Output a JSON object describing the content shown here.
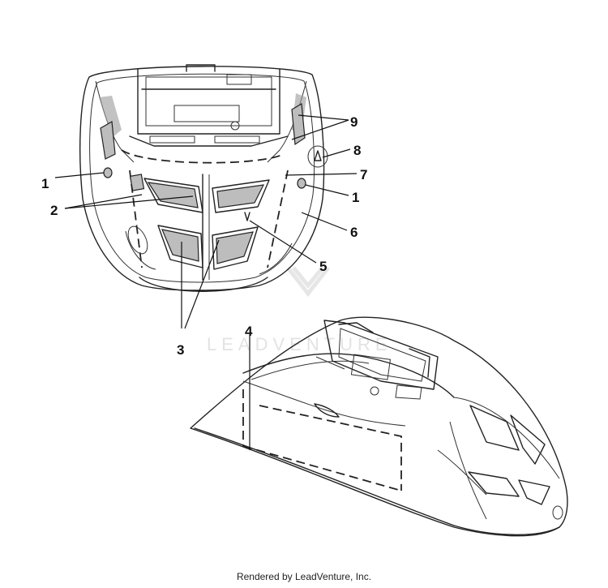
{
  "diagram": {
    "watermark": "LEADVENTURE",
    "callouts": {
      "c9": "9",
      "c8": "8",
      "c7": "7",
      "c1_left": "1",
      "c1_right": "1",
      "c2": "2",
      "c6": "6",
      "c5": "5",
      "c3": "3",
      "c4": "4"
    }
  },
  "footer": {
    "credit": "Rendered by LeadVenture, Inc."
  }
}
